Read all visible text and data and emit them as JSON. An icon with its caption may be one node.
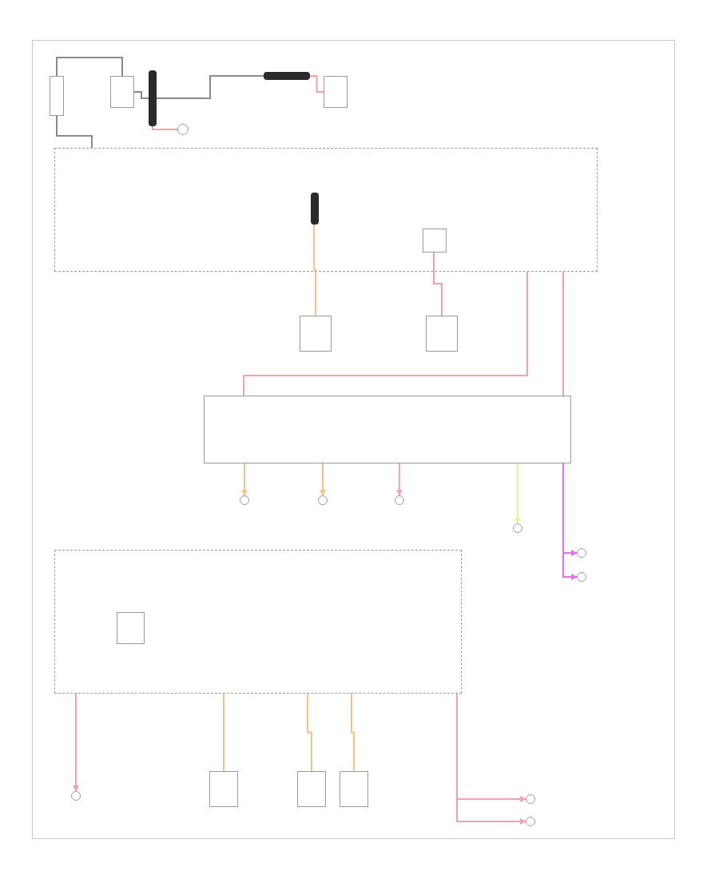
{
  "diagram": {
    "nodes": [
      {
        "text": [],
        "shape": "box"
      },
      {
        "text": [],
        "shape": "box"
      },
      {
        "text": [],
        "shape": "bar"
      },
      {
        "text": [],
        "shape": "bar"
      },
      {
        "text": [],
        "shape": "box"
      },
      {
        "text": [],
        "shape": "circle"
      },
      {
        "text": [],
        "shape": "box"
      },
      {
        "text": [],
        "shape": "bar",
        "in": 6
      },
      {
        "text": [],
        "shape": "box",
        "in": 6
      },
      {
        "text": [],
        "shape": "box"
      },
      {
        "text": [],
        "shape": "box"
      },
      {
        "text": [],
        "shape": "box"
      },
      {
        "text": [],
        "shape": "circle"
      },
      {
        "text": [],
        "shape": "circle"
      },
      {
        "text": [],
        "shape": "circle"
      },
      {
        "text": [],
        "shape": "circle"
      },
      {
        "text": [],
        "shape": "circle"
      },
      {
        "text": [],
        "shape": "circle"
      },
      {
        "text": [],
        "shape": "box"
      },
      {
        "text": [],
        "shape": "box",
        "in": 18
      },
      {
        "text": [],
        "shape": "circle"
      },
      {
        "text": [],
        "shape": "box"
      },
      {
        "text": [],
        "shape": "box"
      },
      {
        "text": [],
        "shape": "box"
      },
      {
        "text": [],
        "shape": "circle"
      },
      {
        "text": [],
        "shape": "circle"
      }
    ],
    "edges": [
      {
        "from": 0,
        "to": 1,
        "arrow": "none",
        "color": "#8a8a8a"
      },
      {
        "from": 1,
        "to": 2,
        "arrow": "none",
        "color": "#8a8a8a"
      },
      {
        "from": 2,
        "to": 3,
        "arrow": "none",
        "color": "#8a8a8a"
      },
      {
        "from": 3,
        "to": 4,
        "arrow": "none",
        "color": "#f4a0a8"
      },
      {
        "from": 2,
        "to": 5,
        "arrow": "to",
        "color": "#f4a0a8"
      },
      {
        "from": 0,
        "to": 6,
        "arrow": "none",
        "color": "#8a8a8a"
      },
      {
        "from": 7,
        "to": 9,
        "arrow": "none",
        "color": "#f5c08a"
      },
      {
        "from": 8,
        "to": 10,
        "arrow": "none",
        "color": "#f4a0a8"
      },
      {
        "from": 6,
        "to": 11,
        "arrow": "none",
        "color": "#f4a0a8"
      },
      {
        "from": 6,
        "to": 11,
        "arrow": "none",
        "color": "#f4a0a8"
      },
      {
        "from": 11,
        "to": 12,
        "arrow": "to",
        "color": "#f5c08a"
      },
      {
        "from": 11,
        "to": 13,
        "arrow": "to",
        "color": "#f5c08a"
      },
      {
        "from": 11,
        "to": 14,
        "arrow": "to",
        "color": "#f4a0c8"
      },
      {
        "from": 11,
        "to": 15,
        "arrow": "to",
        "color": "#e8ee9a"
      },
      {
        "from": 11,
        "to": 16,
        "arrow": "to",
        "color": "#e070e8"
      },
      {
        "from": 11,
        "to": 17,
        "arrow": "to",
        "color": "#e070e8"
      },
      {
        "from": 18,
        "to": 20,
        "arrow": "to",
        "color": "#f4a0a8"
      },
      {
        "from": 18,
        "to": 21,
        "arrow": "none",
        "color": "#f5c08a"
      },
      {
        "from": 18,
        "to": 22,
        "arrow": "none",
        "color": "#f5c08a"
      },
      {
        "from": 18,
        "to": 23,
        "arrow": "none",
        "color": "#f5c08a"
      },
      {
        "from": 18,
        "to": 24,
        "arrow": "to",
        "color": "#f4a0a8"
      },
      {
        "from": 18,
        "to": 25,
        "arrow": "to",
        "color": "#f4a0a8"
      }
    ]
  }
}
